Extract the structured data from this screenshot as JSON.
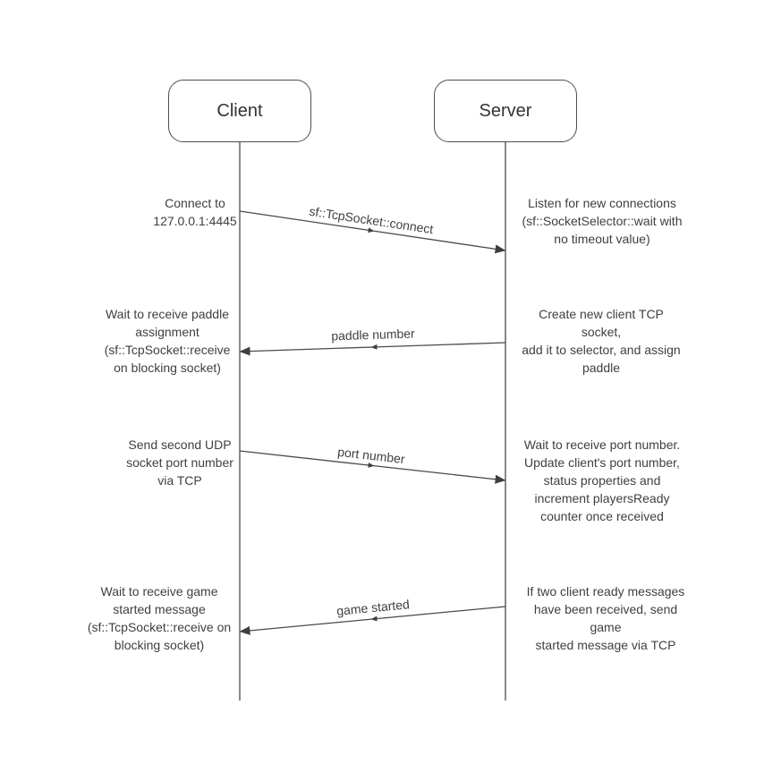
{
  "diagram": {
    "type": "sequence-diagram",
    "actors": [
      {
        "name": "Client"
      },
      {
        "name": "Server"
      }
    ],
    "messages": [
      {
        "label": "sf::TcpSocket::connect",
        "from": "Client",
        "to": "Server"
      },
      {
        "label": "paddle number",
        "from": "Server",
        "to": "Client"
      },
      {
        "label": "port number",
        "from": "Client",
        "to": "Server"
      },
      {
        "label": "game started",
        "from": "Server",
        "to": "Client"
      }
    ],
    "client_notes": [
      {
        "text": "Connect to\n127.0.0.1:4445"
      },
      {
        "text": "Wait to receive paddle\nassignment\n(sf::TcpSocket::receive\non blocking socket)"
      },
      {
        "text": "Send second UDP\nsocket port number\nvia TCP"
      },
      {
        "text": "Wait to receive game\nstarted message\n(sf::TcpSocket::receive on\nblocking socket)"
      }
    ],
    "server_notes": [
      {
        "text": "Listen for new connections\n(sf::SocketSelector::wait with\nno timeout value)"
      },
      {
        "text": "Create new client TCP socket,\nadd it to selector, and assign\npaddle"
      },
      {
        "text": "Wait to receive port number.\nUpdate client's port number,\nstatus properties and\nincrement playersReady\ncounter once received"
      },
      {
        "text": "If two client ready messages\nhave been received, send game\nstarted message via TCP"
      }
    ],
    "colors": {
      "line": "#4a4a4a",
      "text": "#3f3f3f",
      "background": "#ffffff"
    }
  }
}
